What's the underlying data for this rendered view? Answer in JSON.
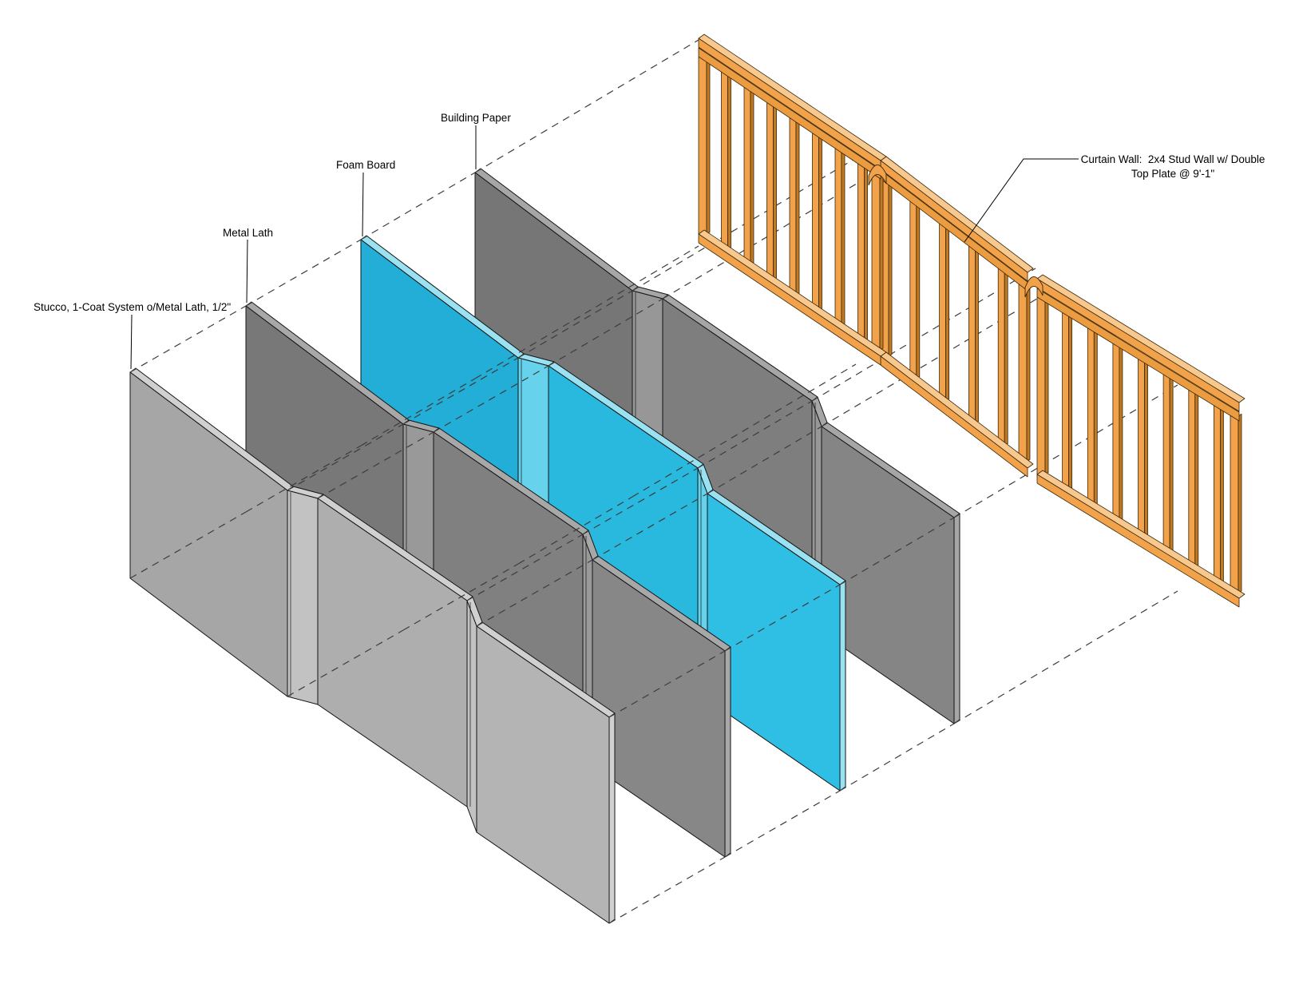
{
  "diagram": {
    "type": "exploded-wall-assembly-axonometric",
    "background": "#ffffff",
    "outline_color": "#141414",
    "dash_color": "#3d3d3d"
  },
  "labels": {
    "stucco": "Stucco, 1-Coat System o/Metal Lath, 1/2\"",
    "metal_lath": "Metal Lath",
    "foam_board": "Foam Board",
    "building_paper": "Building Paper",
    "curtain_wall_line1": "Curtain Wall:  2x4 Stud Wall w/ Double",
    "curtain_wall_line2": "Top Plate @ 9'-1\""
  },
  "layers": [
    {
      "id": "stucco",
      "label_key": "stucco",
      "run_colors": [
        "#a6a6a6",
        "#aeaeae",
        "#b4b4b4"
      ],
      "strip_color": "#c2c2c2",
      "cap_color": "#d0d0d0"
    },
    {
      "id": "metal-lath",
      "label_key": "metal_lath",
      "run_colors": [
        "#787878",
        "#808080",
        "#878787"
      ],
      "strip_color": "#999999",
      "cap_color": "#a8a8a8"
    },
    {
      "id": "foam-board",
      "label_key": "foam_board",
      "run_colors": [
        "#22aed6",
        "#29b8de",
        "#30bfe4"
      ],
      "strip_color": "#66d2ec",
      "cap_color": "#9ae2f2"
    },
    {
      "id": "building-paper",
      "label_key": "building_paper",
      "run_colors": [
        "#767676",
        "#7e7e7e",
        "#858585"
      ],
      "strip_color": "#979797",
      "cap_color": "#a6a6a6"
    }
  ],
  "stud_wall": {
    "id": "curtain-wall-stud-frame",
    "front_color": "#f1a24b",
    "lower_plate_color": "#eb9c41",
    "side_color": "#c07a24",
    "cap_color": "#f7c98f",
    "outline_color": "#3a2607",
    "studs_per_segment": [
      7,
      4,
      7
    ]
  }
}
